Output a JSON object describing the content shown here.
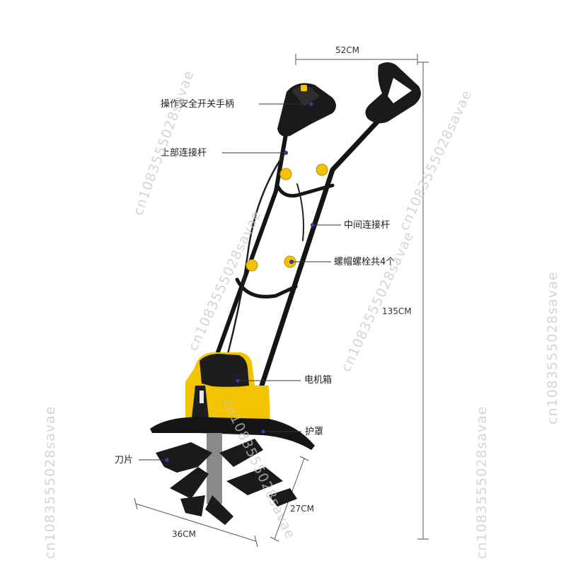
{
  "dimensions": {
    "width_label": "52CM",
    "height_label": "135CM",
    "depth_label": "27CM",
    "base_label": "36CM"
  },
  "callouts": {
    "safety_switch_handle": "操作安全开关手柄",
    "upper_connecting_rod": "上部连接杆",
    "middle_connecting_rod": "中间连接杆",
    "nuts_and_bolts": "螺帽螺栓共4个",
    "motor_housing": "电机箱",
    "guard_cover": "护罩",
    "blades": "刀片"
  },
  "watermark": {
    "text": "cn1083555028savae"
  },
  "colors": {
    "body_yellow": "#f2c400",
    "frame_black": "#151515",
    "dimension_line": "#555555",
    "callout_dot": "#2a3bd6"
  }
}
